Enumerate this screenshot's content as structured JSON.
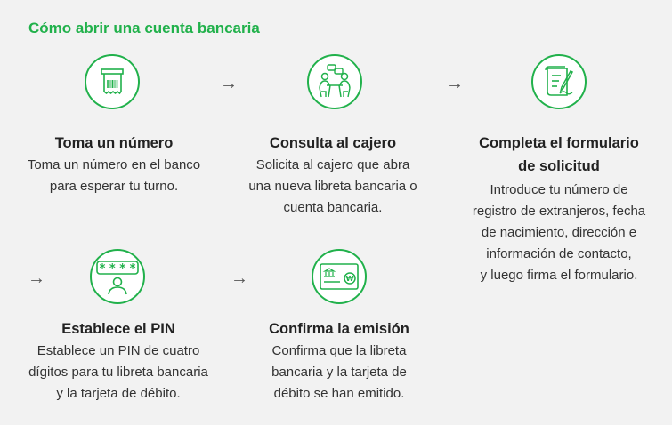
{
  "title": "Cómo abrir una cuenta bancaria",
  "accent_color": "#21b14b",
  "arrow_glyph": "→",
  "steps": [
    {
      "icon": "ticket-number-icon",
      "title": "Toma un número",
      "desc_lines": [
        "Toma un número en el banco",
        "para esperar tu turno."
      ]
    },
    {
      "icon": "consultation-icon",
      "title": "Consulta al cajero",
      "desc_lines": [
        "Solicita al cajero que abra",
        "una nueva libreta bancaria o",
        "cuenta bancaria."
      ]
    },
    {
      "icon": "form-signing-icon",
      "title_lines": [
        "Completa el formulario",
        "de solicitud"
      ],
      "desc_lines": [
        "Introduce tu número de",
        "registro de extranjeros, fecha",
        "de nacimiento, dirección e",
        "información de contacto,",
        "y luego firma el formulario."
      ]
    },
    {
      "icon": "pin-code-icon",
      "title": "Establece el PIN",
      "desc_lines": [
        "Establece un PIN de cuatro",
        "dígitos para tu libreta bancaria",
        "y la tarjeta de débito."
      ]
    },
    {
      "icon": "bank-card-icon",
      "title": "Confirma la emisión",
      "desc_lines": [
        "Confirma que la libreta",
        "bancaria y la tarjeta de",
        "débito se han emitido."
      ]
    }
  ]
}
